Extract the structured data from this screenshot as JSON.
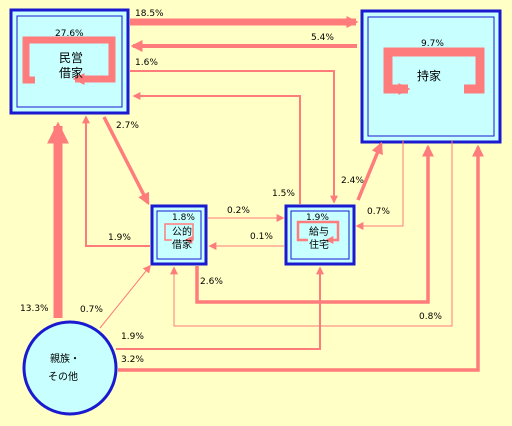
{
  "nodes": {
    "private_rental": {
      "label_line1": "民営",
      "label_line2": "借家",
      "pct": "27.6%"
    },
    "owned": {
      "label": "持家",
      "pct": "9.7%"
    },
    "public_rental": {
      "label_line1": "公的",
      "label_line2": "借家",
      "pct": "1.8%"
    },
    "company_housing": {
      "label_line1": "給与",
      "label_line2": "住宅",
      "pct": "1.9%"
    },
    "relatives": {
      "label_line1": "親族・",
      "label_line2": "その他"
    }
  },
  "flows": {
    "private_to_owned": "18.5%",
    "owned_to_private": "5.4%",
    "private_to_company": "1.6%",
    "private_to_public": "2.7%",
    "company_to_private": "1.5%",
    "company_to_owned": "2.4%",
    "owned_to_company": "0.7%",
    "public_to_company": "0.2%",
    "company_to_public": "0.1%",
    "public_to_private": "1.9%",
    "relatives_to_private": "13.3%",
    "relatives_to_public": "0.7%",
    "public_to_owned": "2.6%",
    "owned_to_public": "0.8%",
    "relatives_to_company": "1.9%",
    "relatives_to_owned": "3.2%"
  },
  "colors": {
    "background": "#FFFFC6",
    "box_fill": "#C8FFFF",
    "box_border": "#1A1AD0",
    "arrow": "#FF7C7C"
  }
}
